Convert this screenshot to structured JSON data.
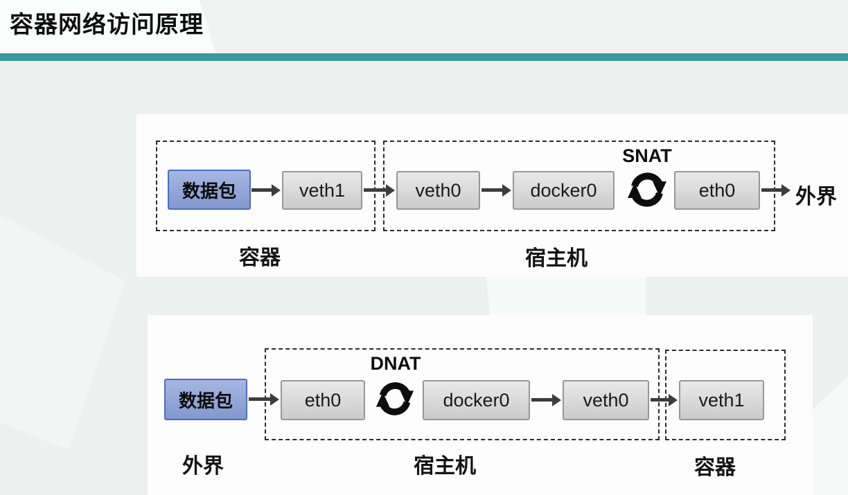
{
  "title": "容器网络访问原理",
  "colors": {
    "accent": "#38999a",
    "packet_fill_top": "#a6b7e0",
    "packet_fill_bottom": "#8298cf",
    "packet_border": "#4d6dbc",
    "node_fill_top": "#e9e9e9",
    "node_fill_bottom": "#cbcbcb",
    "node_border": "#979797",
    "arrow": "#3d3d3d",
    "icon": "#0d0d0d"
  },
  "outbound": {
    "packet_label": "数据包",
    "nodes": [
      "veth1",
      "veth0",
      "docker0",
      "eth0"
    ],
    "nat_label": "SNAT",
    "zone_labels": [
      "容器",
      "宿主机"
    ],
    "outside_label": "外界"
  },
  "inbound": {
    "packet_label": "数据包",
    "nodes": [
      "eth0",
      "docker0",
      "veth0",
      "veth1"
    ],
    "nat_label": "DNAT",
    "zone_labels": [
      "外界",
      "宿主机",
      "容器"
    ]
  }
}
